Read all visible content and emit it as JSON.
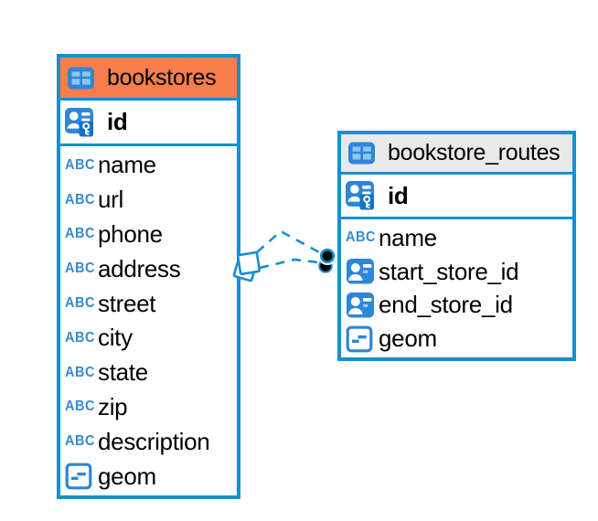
{
  "app": {
    "view": "entity-relationship-diagram"
  },
  "colors": {
    "table_border": "#168fd2",
    "relationship_line": "#168fd2",
    "bookstores_header_bg": "#f87e4b",
    "routes_header_bg": "#e9e9e9",
    "icon_blue": "#2e86d8",
    "icon_cell_light_blue": "#8ec6ee",
    "text": "#000000",
    "canvas_bg": "#ffffff"
  },
  "icons": {
    "text_type_label": "ABC"
  },
  "tables": [
    {
      "title": "bookstores",
      "header_icon": "table-icon",
      "columns": [
        {
          "name": "id",
          "type_icon": "primary-key"
        },
        {
          "name": "name",
          "type_icon": "text"
        },
        {
          "name": "url",
          "type_icon": "text"
        },
        {
          "name": "phone",
          "type_icon": "text"
        },
        {
          "name": "address",
          "type_icon": "text"
        },
        {
          "name": "street",
          "type_icon": "text"
        },
        {
          "name": "city",
          "type_icon": "text"
        },
        {
          "name": "state",
          "type_icon": "text"
        },
        {
          "name": "zip",
          "type_icon": "text"
        },
        {
          "name": "description",
          "type_icon": "text"
        },
        {
          "name": "geom",
          "type_icon": "geometry"
        }
      ]
    },
    {
      "title": "bookstore_routes",
      "header_icon": "table-icon",
      "columns": [
        {
          "name": "id",
          "type_icon": "primary-key"
        },
        {
          "name": "name",
          "type_icon": "text"
        },
        {
          "name": "start_store_id",
          "type_icon": "foreign-key"
        },
        {
          "name": "end_store_id",
          "type_icon": "foreign-key"
        },
        {
          "name": "geom",
          "type_icon": "geometry"
        }
      ]
    }
  ],
  "relationships": [
    {
      "from": "bookstores",
      "to": "bookstore_routes.start_store_id",
      "style": "dashed",
      "from_marker": "overlapping-squares",
      "to_marker": "filled-dot"
    },
    {
      "from": "bookstores",
      "to": "bookstore_routes.end_store_id",
      "style": "dashed",
      "from_marker": "overlapping-squares",
      "to_marker": "filled-dot"
    }
  ]
}
